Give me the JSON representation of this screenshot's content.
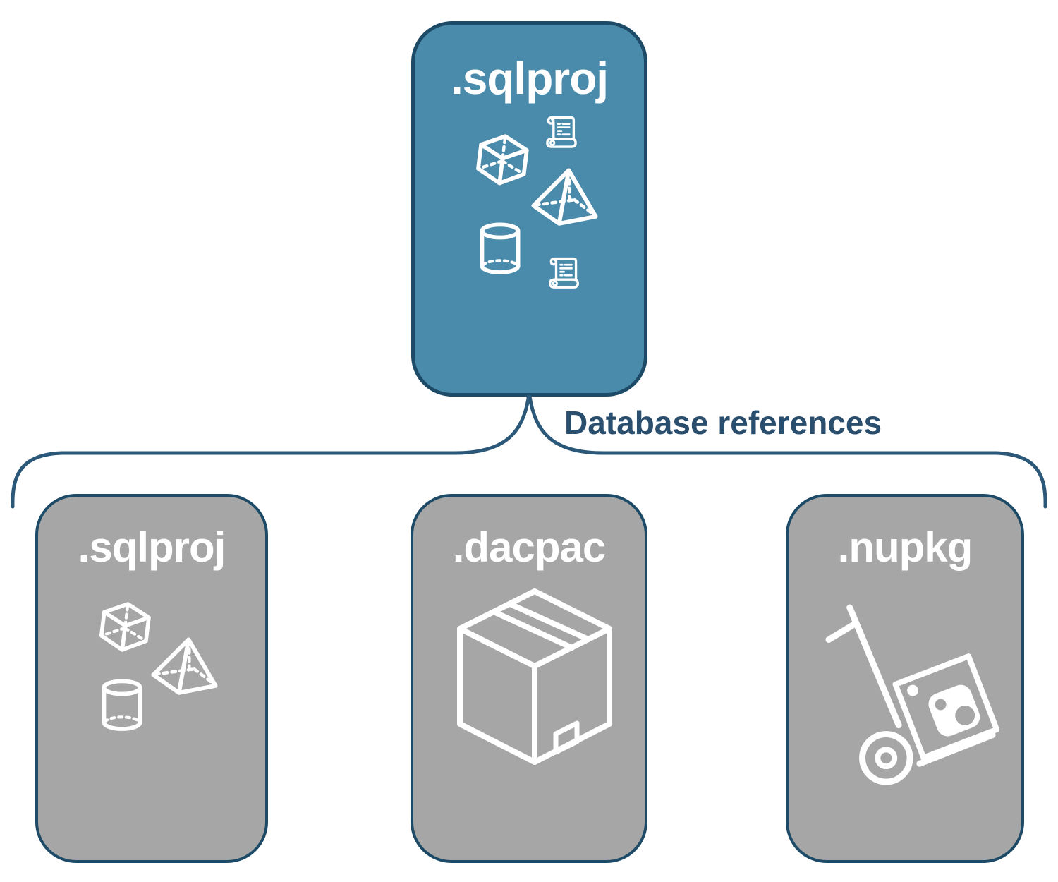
{
  "diagram": {
    "root": {
      "label": ".sqlproj",
      "icons": [
        "scroll-icon",
        "cube-icon",
        "pyramid-icon",
        "cylinder-icon",
        "scroll-icon"
      ]
    },
    "connector": {
      "label": "Database references"
    },
    "children": [
      {
        "label": ".sqlproj",
        "icons": [
          "cube-icon",
          "pyramid-icon",
          "cylinder-icon"
        ]
      },
      {
        "label": ".dacpac",
        "icons": [
          "package-box-icon"
        ]
      },
      {
        "label": ".nupkg",
        "icons": [
          "hand-truck-icon"
        ]
      }
    ],
    "colors": {
      "root_fill": "#4a8bab",
      "child_fill": "#a6a6a6",
      "node_border": "#1d4a66",
      "connector_stroke": "#2b5878",
      "label_text": "#2a4e6e",
      "icon": "#ffffff",
      "background": "#ffffff"
    }
  }
}
